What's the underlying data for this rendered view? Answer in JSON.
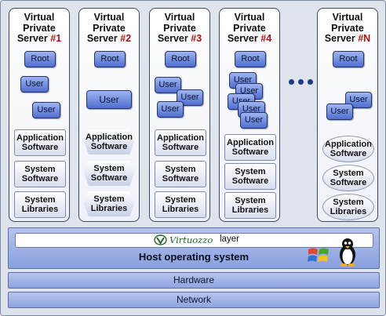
{
  "servers": [
    {
      "title_line1": "Virtual",
      "title_line2": "Private",
      "title_line3": "Server",
      "number": "#1",
      "root": "Root",
      "users": [
        "User",
        "User"
      ],
      "app": [
        "Application",
        "Software"
      ],
      "sys": [
        "System",
        "Software"
      ],
      "lib": [
        "System",
        "Libraries"
      ]
    },
    {
      "title_line1": "Virtual",
      "title_line2": "Private",
      "title_line3": "Server",
      "number": "#2",
      "root": "Root",
      "users": [
        "User"
      ],
      "app": [
        "Application",
        "Software"
      ],
      "sys": [
        "System",
        "Software"
      ],
      "lib": [
        "System",
        "Libraries"
      ]
    },
    {
      "title_line1": "Virtual",
      "title_line2": "Private",
      "title_line3": "Server",
      "number": "#3",
      "root": "Root",
      "users": [
        "User",
        "User",
        "User"
      ],
      "app": [
        "Application",
        "Software"
      ],
      "sys": [
        "System",
        "Software"
      ],
      "lib": [
        "System",
        "Libraries"
      ]
    },
    {
      "title_line1": "Virtual",
      "title_line2": "Private",
      "title_line3": "Server",
      "number": "#4",
      "root": "Root",
      "users": [
        "User",
        "User",
        "User",
        "User",
        "User"
      ],
      "app": [
        "Application",
        "Software"
      ],
      "sys": [
        "System",
        "Software"
      ],
      "lib": [
        "System",
        "Libraries"
      ]
    },
    {
      "title_line1": "Virtual",
      "title_line2": "Private",
      "title_line3": "Server",
      "number": "#N",
      "root": "Root",
      "users": [
        "User",
        "User"
      ],
      "app": [
        "Application",
        "Software"
      ],
      "sys": [
        "System",
        "Software"
      ],
      "lib": [
        "System",
        "Libraries"
      ]
    }
  ],
  "host": {
    "layer_brand": "Virtuozzo",
    "layer_suffix": "layer",
    "title": "Host operating system"
  },
  "hardware": "Hardware",
  "network": "Network",
  "colors": {
    "server_number": "#b01010",
    "user_button": "#4f6ed0",
    "host_band": "#9fb1e4",
    "brand_green": "#1e6a2a"
  },
  "icons": [
    "virtuozzo-logo-icon",
    "windows-logo-icon",
    "linux-penguin-icon",
    "ellipsis-dots-icon"
  ]
}
